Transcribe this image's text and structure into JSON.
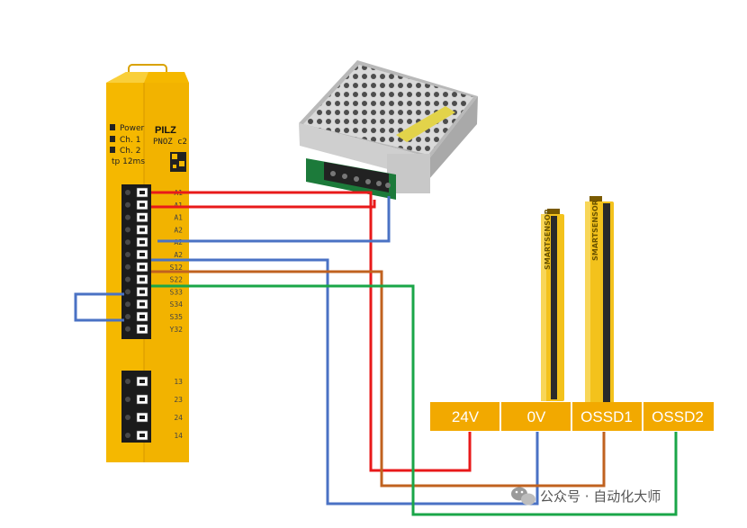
{
  "relay": {
    "brand": "PILZ",
    "model": "PNOZ c2",
    "leds": [
      "Power",
      "Ch. 1",
      "Ch. 2",
      "tp 12ms"
    ],
    "terminals_main": [
      "A1",
      "A1",
      "A1",
      "A2",
      "A2",
      "A2",
      "S12",
      "S22",
      "S33",
      "S34",
      "S35",
      "Y32"
    ],
    "terminals_out": [
      "13",
      "23",
      "24",
      "14"
    ]
  },
  "light_curtain": {
    "brand_mark": "SMARTSENSOR"
  },
  "signal_boxes": [
    "24V",
    "0V",
    "OSSD1",
    "OSSD2"
  ],
  "watermark": "公众号 · 自动化大师",
  "colors": {
    "relay_yellow": "#f5b800",
    "box_orange": "#f2a900",
    "wire_red": "#e8191a",
    "wire_blue": "#4a72c4",
    "wire_brown": "#c0621f",
    "wire_green": "#1aa648"
  },
  "icons": [
    "power-supply-image",
    "light-curtain-emitter",
    "light-curtain-receiver",
    "wechat-icon"
  ]
}
